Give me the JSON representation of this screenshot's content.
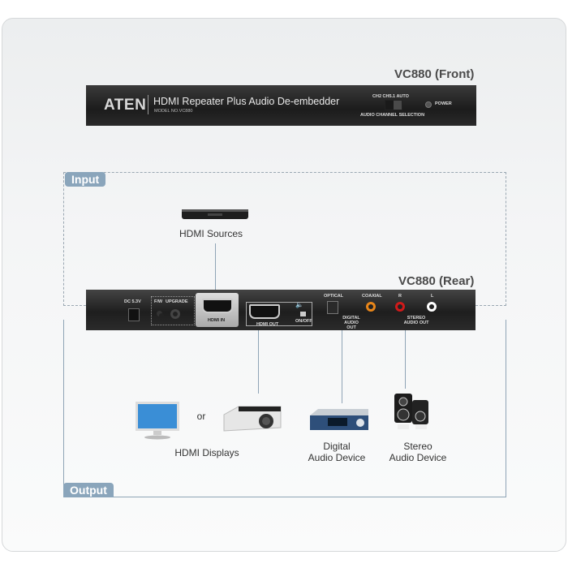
{
  "front": {
    "title": "VC880 (Front)",
    "brand": "ATEN",
    "product": "HDMI Repeater Plus Audio De-embedder",
    "model": "MODEL NO.VC880",
    "switch_labels": "CH2  CH5.1  AUTO",
    "switch_caption": "AUDIO CHANNEL SELECTION",
    "power": "POWER"
  },
  "input": {
    "tag": "Input",
    "source_label": "HDMI Sources"
  },
  "rear": {
    "title": "VC880 (Rear)",
    "dc": "DC 5.3V",
    "fw": "F/W",
    "upgrade": "UPGRADE",
    "hdmi_in": "HDMI IN",
    "hdmi_out": "HDMI OUT",
    "onoff": "ON/OFF",
    "optical": "OPTICAL",
    "coaxial": "COAXIAL",
    "digital_out": "DIGITAL AUDIO OUT",
    "r": "R",
    "l": "L",
    "stereo_out": "STEREO AUDIO OUT"
  },
  "output": {
    "tag": "Output",
    "displays_label": "HDMI Displays",
    "or": "or",
    "digital_line1": "Digital",
    "digital_line2": "Audio Device",
    "stereo_line1": "Stereo",
    "stereo_line2": "Audio Device"
  },
  "colors": {
    "tag": "#8aa5bb",
    "line": "#8fa4b6",
    "coaxial": "#e8861a",
    "right": "#d01a1a",
    "left": "#ffffff"
  }
}
